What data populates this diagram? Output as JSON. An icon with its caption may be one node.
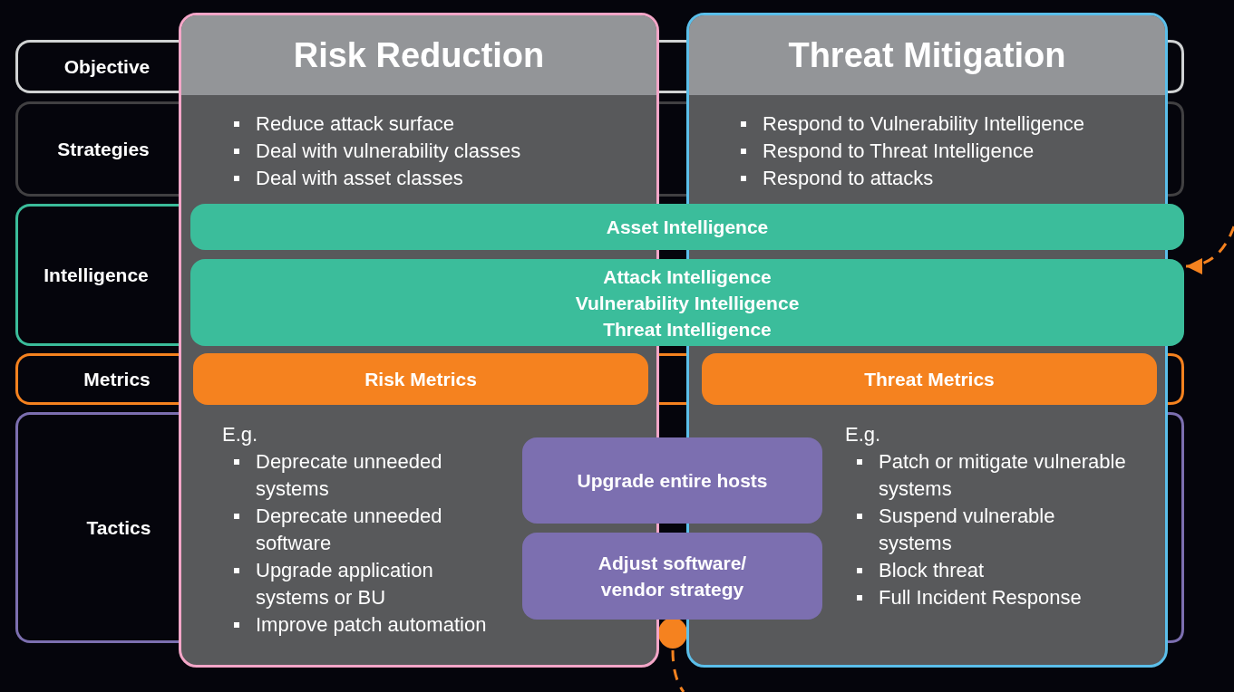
{
  "diagram": {
    "nodes": [
      {
        "text": [
          "Objective"
        ]
      },
      {
        "text": [
          "Strategies"
        ]
      },
      {
        "text": [
          "Intelligence"
        ]
      },
      {
        "text": [
          "Metrics"
        ]
      },
      {
        "text": [
          "Tactics"
        ]
      },
      {
        "text": [
          "Risk Reduction",
          "Reduce attack surface",
          "Deal with vulnerability classes",
          "Deal with asset classes",
          "E.g.",
          "Deprecate unneeded systems",
          "Deprecate unneeded software",
          "Upgrade application systems or BU",
          "Improve patch automation"
        ]
      },
      {
        "text": [
          "Threat Mitigation",
          "Respond to Vulnerability Intelligence",
          "Respond to Threat Intelligence",
          "Respond to attacks",
          "E.g.",
          "Patch or mitigate vulnerable systems",
          "Suspend vulnerable systems",
          "Block threat",
          "Full Incident Response"
        ]
      },
      {
        "text": [
          "Asset Intelligence"
        ]
      },
      {
        "text": [
          "Attack Intelligence",
          "Vulnerability Intelligence",
          "Threat Intelligence"
        ]
      },
      {
        "text": [
          "Risk Metrics"
        ],
        "in": 5
      },
      {
        "text": [
          "Threat Metrics"
        ],
        "in": 6
      },
      {
        "text": [
          "Upgrade entire hosts"
        ]
      },
      {
        "text": [
          "Adjust software/ vendor strategy"
        ]
      },
      {
        "text": [],
        "shape": "circle"
      }
    ],
    "edges": [
      {
        "from": null,
        "to": 8,
        "arrow": "to",
        "style": "dashed"
      },
      {
        "from": 13,
        "to": null,
        "arrow": "none",
        "style": "dashed"
      }
    ]
  }
}
